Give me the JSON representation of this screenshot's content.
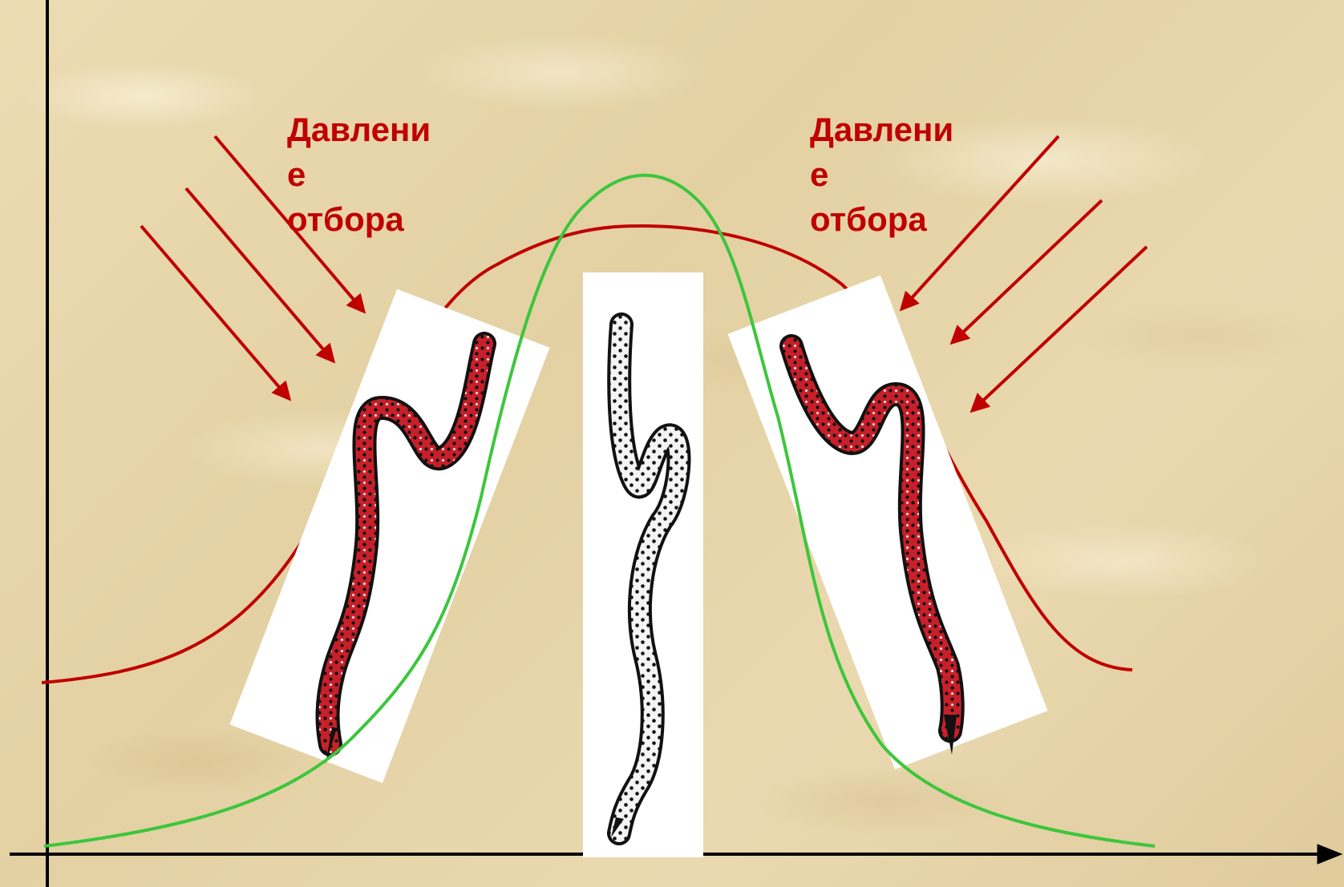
{
  "labels": {
    "left": "Давлени\nе\nотбора",
    "right": "Давлени\nе\nотбора"
  },
  "colors": {
    "pressure": "#c00000",
    "original_curve": "#c00000",
    "selected_curve": "#3cc63c",
    "axes": "#000000"
  },
  "icons": [
    "snake-icon-red-black",
    "snake-icon-black-white"
  ]
}
